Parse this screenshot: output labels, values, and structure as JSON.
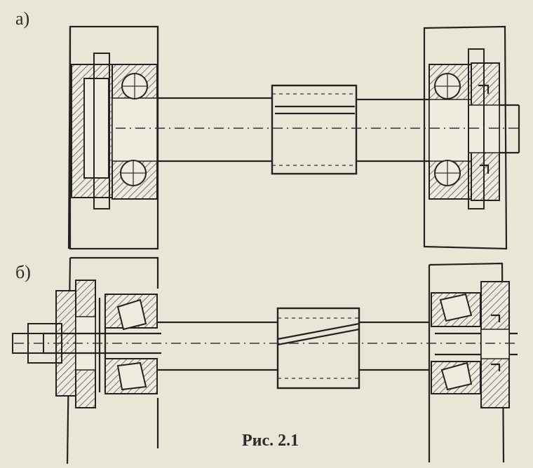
{
  "figure": {
    "label_a": "а)",
    "label_b": "б)",
    "caption": "Рис. 2.1"
  },
  "colors": {
    "paper": "#e9e6d8",
    "ink": "#222222"
  }
}
